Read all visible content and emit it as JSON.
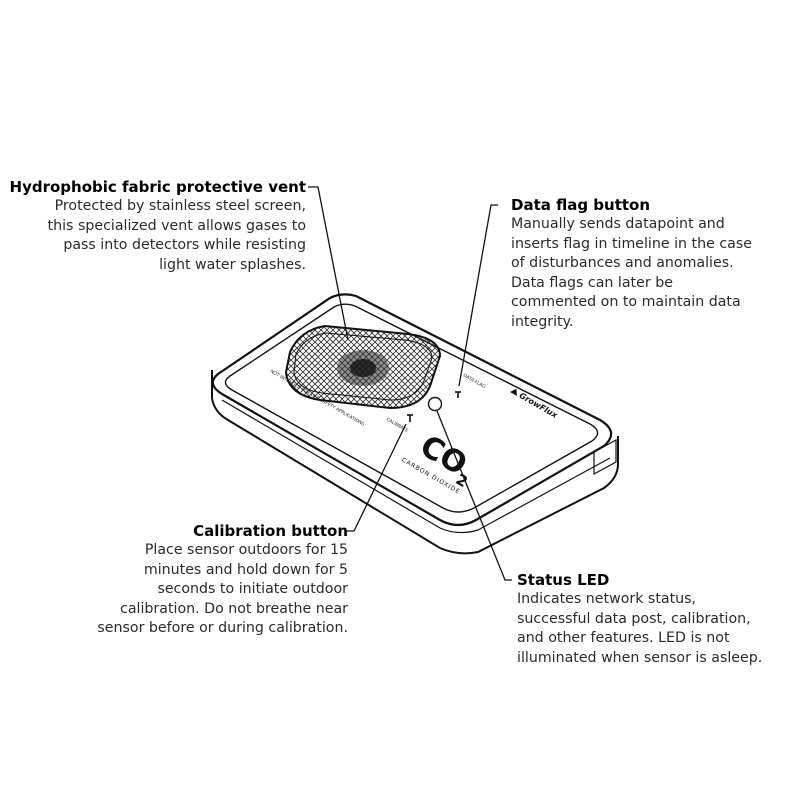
{
  "callouts": {
    "vent": {
      "title": "Hydrophobic fabric protective vent",
      "body": "Protected by stainless steel screen,\nthis specialized vent allows gases to\npass into detectors while resisting\nlight water splashes."
    },
    "data_flag": {
      "title": "Data flag button",
      "body": "Manually sends datapoint and\ninserts flag in timeline in the case\nof disturbances and anomalies.\nData flags can later be\ncommented on to maintain data\nintegrity."
    },
    "calibration": {
      "title": "Calibration button",
      "body": "Place sensor outdoors for 15\nminutes and hold down for 5\nseconds to initiate outdoor\ncalibration. Do not breathe near\nsensor before or during calibration."
    },
    "status_led": {
      "title": "Status LED",
      "body": "Indicates network status,\nsuccessful data post, calibration,\nand other features. LED is not\nilluminated when sensor is asleep."
    }
  },
  "device": {
    "brand": "GrowFlux",
    "gas_formula": "CO",
    "gas_subscript": "2",
    "gas_name": "CARBON DIOXIDE",
    "button_data_flag_label": "DATA FLAG",
    "button_calibrate_label": "CALIBRATE",
    "warning_text": "NOT INTENDED FOR LIFE SAFETY APPLICATIONS"
  },
  "colors": {
    "line": "#111111",
    "text": "#2a2a2a",
    "background": "#ffffff"
  }
}
